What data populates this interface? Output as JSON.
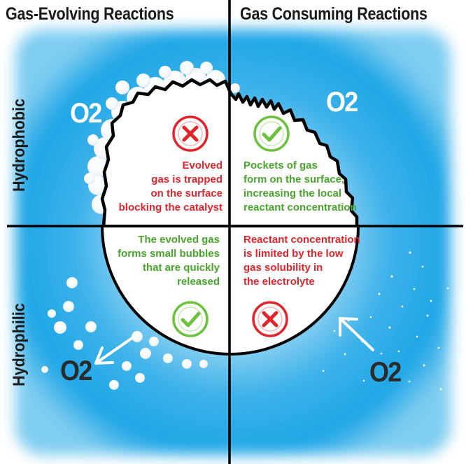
{
  "columns": {
    "left_title": "Gas-Evolving Reactions",
    "right_title": "Gas Consuming Reactions"
  },
  "rows": {
    "top_label": "Hydrophobic",
    "bottom_label": "Hydrophilic"
  },
  "quadrants": {
    "top_left": {
      "status": "cross",
      "lines": [
        "Evolved",
        "gas is trapped",
        "on the surface",
        "blocking the catalyst"
      ]
    },
    "top_right": {
      "status": "check",
      "lines": [
        "Pockets of gas",
        "form on the surface,",
        "increasing the local",
        "reactant concentration"
      ]
    },
    "bottom_left": {
      "status": "check",
      "lines": [
        "The evolved gas",
        "forms small bubbles",
        "that are quickly",
        "released"
      ]
    },
    "bottom_right": {
      "status": "cross",
      "lines": [
        "Reactant concentration",
        "is limited by the low",
        "gas solubility in",
        "the electrolyte"
      ]
    }
  },
  "gas_labels": {
    "top_left": "O2",
    "top_right": "O2",
    "bottom_left": "O2",
    "bottom_right": "O2"
  },
  "colors": {
    "water_blue": "#1ea6e6",
    "cross_red": "#e0262c",
    "check_green": "#6cc13f",
    "text_red": "#e0262c",
    "text_green": "#49a52c"
  }
}
